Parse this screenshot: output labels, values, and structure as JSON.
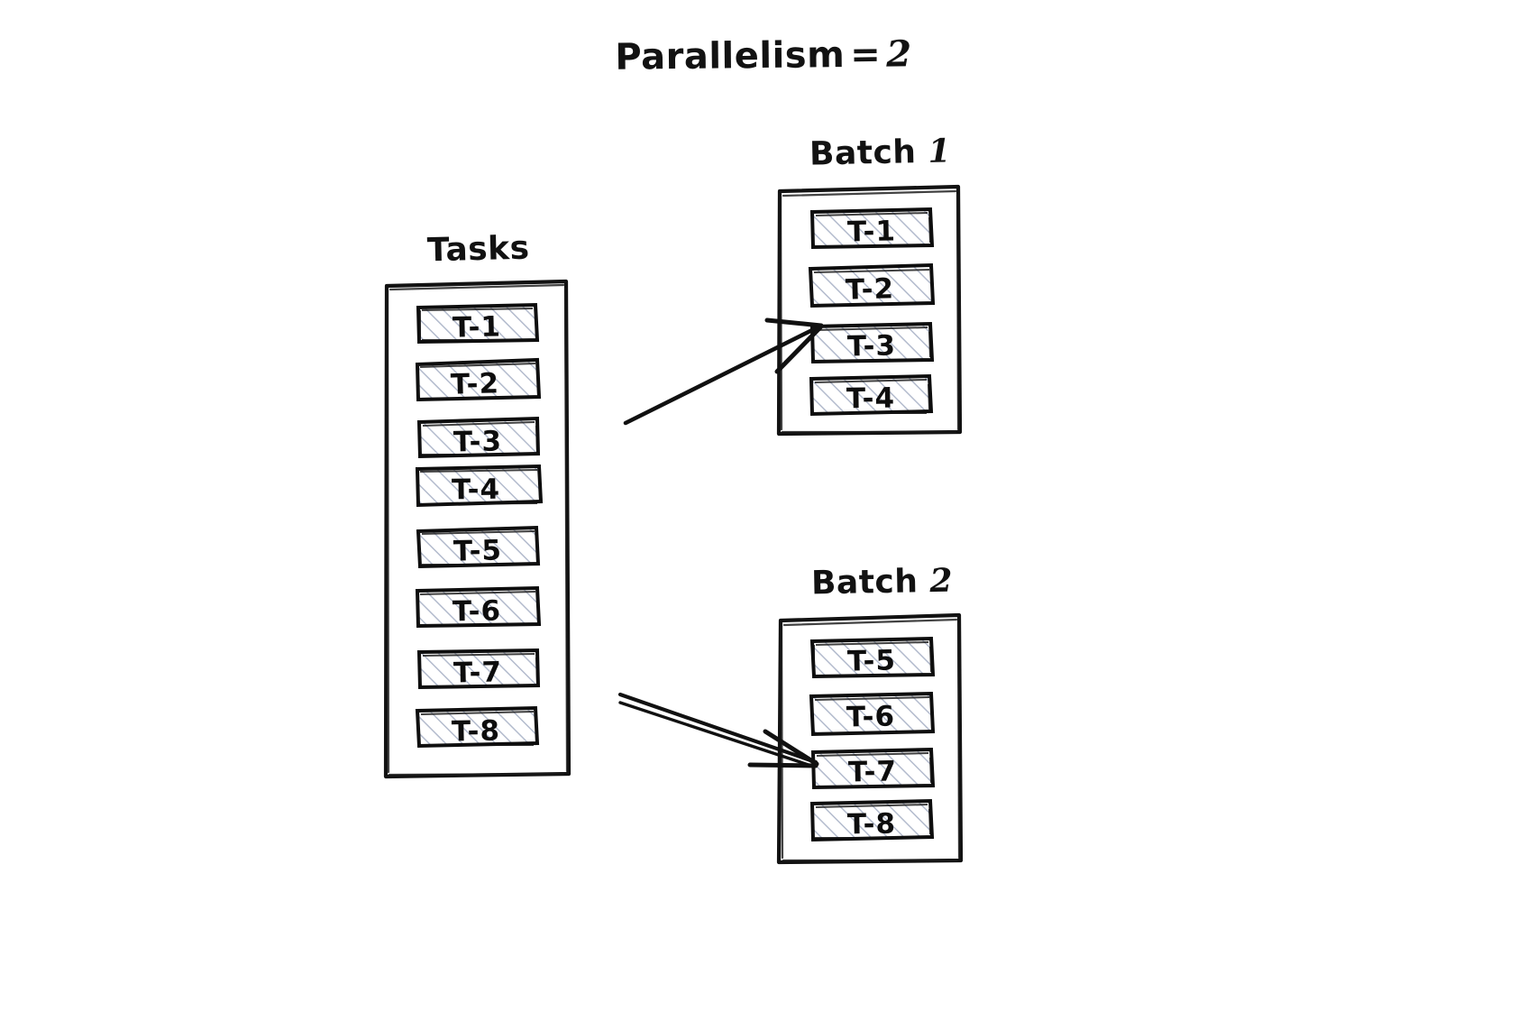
{
  "title": {
    "prefix": "Parallelism",
    "equals": "=",
    "value": "2",
    "full": "Parallelism = 2"
  },
  "style": {
    "ink": "#121212",
    "hatch": "#aeb6c9",
    "paper": "#ffffff"
  },
  "groups": [
    {
      "id": "tasks",
      "label": "Tasks",
      "label_num": "",
      "items": [
        {
          "label": "T-1"
        },
        {
          "label": "T-2"
        },
        {
          "label": "T-3"
        },
        {
          "label": "T-4"
        },
        {
          "label": "T-5"
        },
        {
          "label": "T-6"
        },
        {
          "label": "T-7"
        },
        {
          "label": "T-8"
        }
      ]
    },
    {
      "id": "batch-1",
      "label": "Batch",
      "label_num": "1",
      "items": [
        {
          "label": "T-1"
        },
        {
          "label": "T-2"
        },
        {
          "label": "T-3"
        },
        {
          "label": "T-4"
        }
      ]
    },
    {
      "id": "batch-2",
      "label": "Batch",
      "label_num": "2",
      "items": [
        {
          "label": "T-5"
        },
        {
          "label": "T-6"
        },
        {
          "label": "T-7"
        },
        {
          "label": "T-8"
        }
      ]
    }
  ],
  "arrows": [
    {
      "id": "tasks-to-batch-1",
      "from": "tasks",
      "to": "batch-1"
    },
    {
      "id": "tasks-to-batch-2",
      "from": "tasks",
      "to": "batch-2"
    }
  ]
}
